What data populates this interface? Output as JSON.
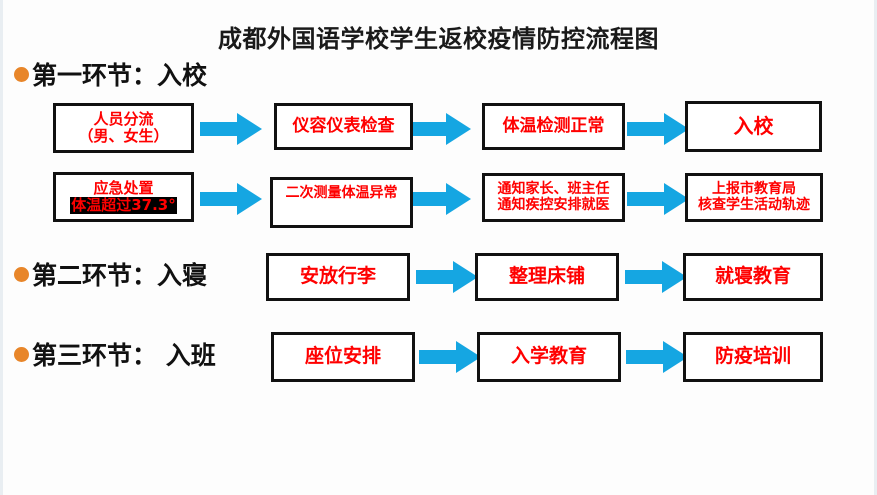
{
  "slide": {
    "title": "成都外国语学校学生返校疫情防控流程图",
    "background_color": "#fdfdfd",
    "accent_colors": {
      "bullet": "#e8862a",
      "arrow": "#15a6e2",
      "box_text": "#ff0000",
      "box_border": "#111111",
      "highlight_bg": "#000000",
      "title_text": "#1a1a1a"
    }
  },
  "sections": [
    {
      "bullet_icon": "orange-dot-icon",
      "label": "第一环节：入校"
    },
    {
      "bullet_icon": "orange-dot-icon",
      "label": "第二环节：入寝"
    },
    {
      "bullet_icon": "orange-dot-icon",
      "label": "第三环节： 入班"
    }
  ],
  "flow": {
    "row1": {
      "boxes": [
        {
          "lines": [
            "人员分流",
            "（男、女生）"
          ],
          "highlight": false
        },
        {
          "lines": [
            "仪容仪表检查"
          ],
          "highlight": false
        },
        {
          "lines": [
            "体温检测正常"
          ],
          "highlight": false
        },
        {
          "lines": [
            "入校"
          ],
          "highlight": false
        }
      ],
      "arrow_icon": "right-arrow-icon",
      "arrow_count": 3
    },
    "row2": {
      "boxes": [
        {
          "lines": [
            "应急处置",
            "体温超过37.3°"
          ],
          "highlight_line": 1
        },
        {
          "lines": [
            "二次测量体温异常"
          ],
          "highlight": false
        },
        {
          "lines": [
            "通知家长、班主任",
            "通知疾控安排就医"
          ],
          "highlight": false
        },
        {
          "lines": [
            "上报市教育局",
            "核查学生活动轨迹"
          ],
          "highlight": false
        }
      ],
      "arrow_icon": "right-arrow-icon",
      "arrow_count": 3
    },
    "row3": {
      "boxes": [
        {
          "lines": [
            "安放行李"
          ],
          "highlight": false
        },
        {
          "lines": [
            "整理床铺"
          ],
          "highlight": false
        },
        {
          "lines": [
            "就寝教育"
          ],
          "highlight": false
        }
      ],
      "arrow_icon": "right-arrow-icon",
      "arrow_count": 2
    },
    "row4": {
      "boxes": [
        {
          "lines": [
            "座位安排"
          ],
          "highlight": false
        },
        {
          "lines": [
            "入学教育"
          ],
          "highlight": false
        },
        {
          "lines": [
            "防疫培训"
          ],
          "highlight": false
        }
      ],
      "arrow_icon": "right-arrow-icon",
      "arrow_count": 2
    }
  }
}
